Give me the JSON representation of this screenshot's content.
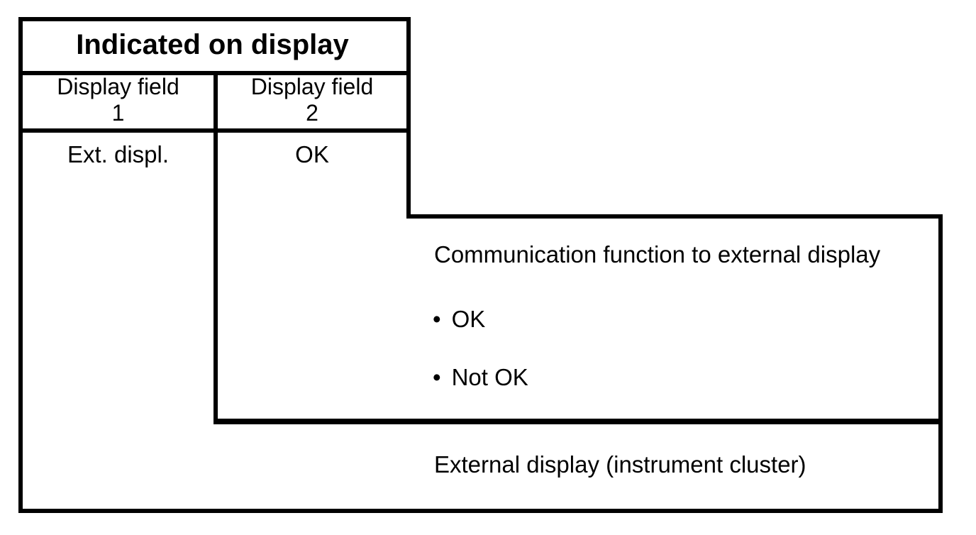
{
  "diagram": {
    "table": {
      "title": "Indicated on display",
      "col1_header_line1": "Display field",
      "col1_header_line2": "1",
      "col2_header_line1": "Display field",
      "col2_header_line2": "2",
      "row": {
        "field1": "Ext. displ.",
        "field2": "OK"
      }
    },
    "callout": {
      "title": "Communication function to external display",
      "bullet_char": "•",
      "bullets": [
        "OK",
        "Not OK"
      ]
    },
    "footer": {
      "label": "External display (instrument cluster)"
    },
    "colors": {
      "line": "#000000",
      "background": "#ffffff"
    }
  }
}
